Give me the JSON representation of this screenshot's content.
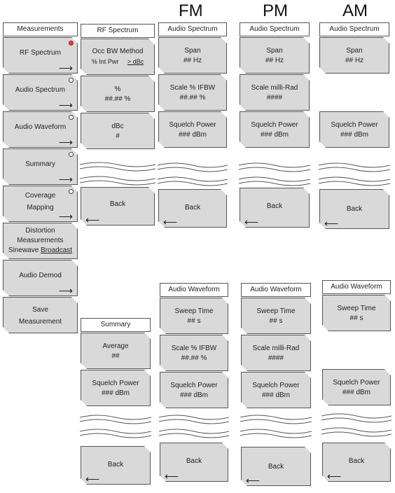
{
  "headers": {
    "fm": "FM",
    "pm": "PM",
    "am": "AM"
  },
  "measurements_menu": {
    "title": "Measurements",
    "items": [
      {
        "label": "RF Spectrum",
        "state": "selected"
      },
      {
        "label": "Audio Spectrum",
        "state": "unselected"
      },
      {
        "label": "Audio Waveform",
        "state": "unselected"
      },
      {
        "label": "Summary",
        "state": "unselected"
      },
      {
        "label": "Coverage",
        "label2": "Mapping",
        "state": "unselected"
      },
      {
        "label": "Distortion",
        "label2": "Measurements",
        "opt_a": "Sinewave",
        "opt_b": "Broadcast"
      },
      {
        "label": "Audio Demod"
      },
      {
        "label": "Save",
        "label2": "Measurement"
      }
    ]
  },
  "rf_spectrum_menu": {
    "title": "RF Spectrum",
    "btn1": {
      "l1": "Occ BW Method",
      "opt_a": "% Int Pwr",
      "opt_b": "> dBc"
    },
    "btn2": {
      "l1": "%",
      "l2": "##.## %"
    },
    "btn3": {
      "l1": "dBc",
      "l2": "#"
    },
    "back": "Back"
  },
  "summary_menu": {
    "title": "Summary",
    "btn1": {
      "l1": "Average",
      "l2": "##"
    },
    "btn2": {
      "l1": "Squelch Power",
      "l2": "### dBm"
    },
    "back": "Back"
  },
  "fm_spectrum": {
    "title": "Audio Spectrum",
    "btn1": {
      "l1": "Span",
      "l2": "## Hz"
    },
    "btn2": {
      "l1": "Scale % IFBW",
      "l2": "##.## %"
    },
    "btn3": {
      "l1": "Squelch Power",
      "l2": "### dBm"
    },
    "back": "Back"
  },
  "pm_spectrum": {
    "title": "Audio Spectrum",
    "btn1": {
      "l1": "Span",
      "l2": "## Hz"
    },
    "btn2": {
      "l1": "Scale milli-Rad",
      "l2": "####"
    },
    "btn3": {
      "l1": "Squelch Power",
      "l2": "### dBm"
    },
    "back": "Back"
  },
  "am_spectrum": {
    "title": "Audio Spectrum",
    "btn1": {
      "l1": "Span",
      "l2": "## Hz"
    },
    "btn2": {
      "l1": "Squelch Power",
      "l2": "### dBm"
    },
    "back": "Back"
  },
  "fm_waveform": {
    "title": "Audio Waveform",
    "btn1": {
      "l1": "Sweep Time",
      "l2": "## s"
    },
    "btn2": {
      "l1": "Scale % IFBW",
      "l2": "##.## %"
    },
    "btn3": {
      "l1": "Squelch Power",
      "l2": "### dBm"
    },
    "back": "Back"
  },
  "pm_waveform": {
    "title": "Audio Waveform",
    "btn1": {
      "l1": "Sweep Time",
      "l2": "## s"
    },
    "btn2": {
      "l1": "Scale milli-Rad",
      "l2": "####"
    },
    "btn3": {
      "l1": "Squelch Power",
      "l2": "### dBm"
    },
    "back": "Back"
  },
  "am_waveform": {
    "title": "Audio Waveform",
    "btn1": {
      "l1": "Sweep Time",
      "l2": "## s"
    },
    "btn2": {
      "l1": "Squelch Power",
      "l2": "### dBm"
    },
    "back": "Back"
  }
}
